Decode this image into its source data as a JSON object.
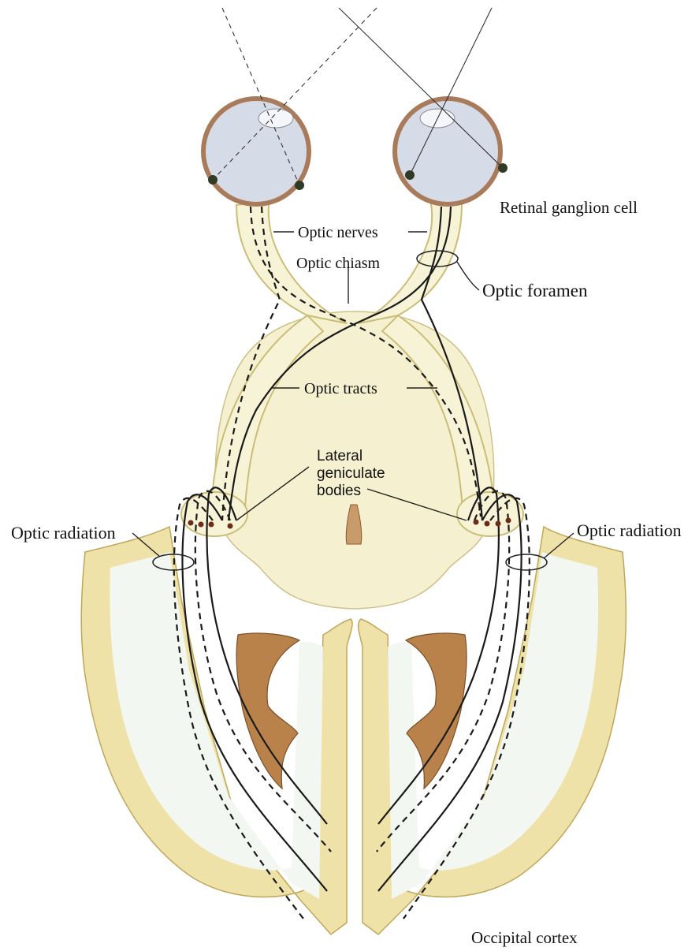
{
  "labels": {
    "retinal_ganglion_cell": "Retinal ganglion cell",
    "optic_nerves": "Optic nerves",
    "optic_chiasm": "Optic chiasm",
    "optic_foramen": "Optic foramen",
    "optic_tracts": "Optic tracts",
    "lateral_geniculate_line1": "Lateral",
    "lateral_geniculate_line2": "geniculate",
    "lateral_geniculate_line3": "bodies",
    "optic_radiation_left": "Optic radiation",
    "optic_radiation_right": "Optic radiation",
    "occipital_cortex": "Occipital cortex"
  },
  "colors": {
    "tract_fill": "#f7f3d6",
    "cortex_fill": "#efe2a8",
    "white_matter": "#f3f7f1",
    "ventricle": "#b9824a",
    "eyeball_rim": "#a97b5a",
    "eyeball_interior": "#d6dbe8",
    "ganglion_cell": "#2f3b25"
  }
}
